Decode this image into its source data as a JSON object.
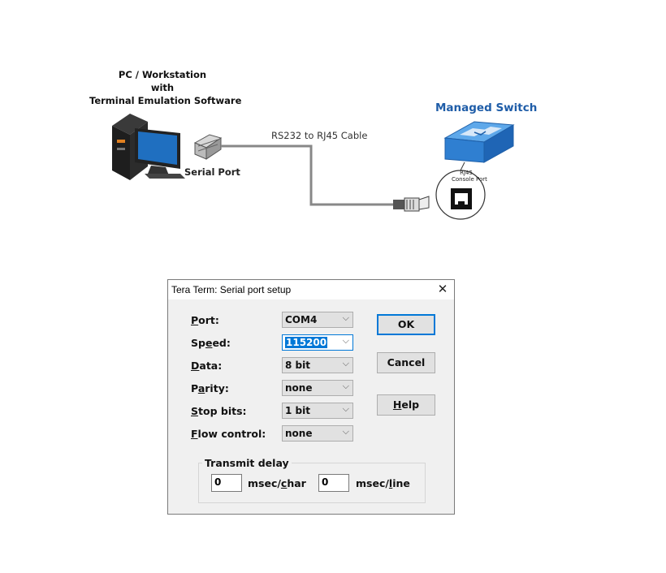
{
  "diagram": {
    "pc_title_line1": "PC / Workstation",
    "pc_title_line2": "with",
    "pc_title_line3": "Terminal Emulation Software",
    "serial_port_label": "Serial Port",
    "cable_label": "RS232 to RJ45 Cable",
    "switch_label": "Managed Switch",
    "rj45_label_line1": "RJ45",
    "rj45_label_line2": "Console Port",
    "colors": {
      "switch_blue": "#2f7fd1",
      "switch_label": "#1f5da8"
    }
  },
  "dialog": {
    "title": "Tera Term: Serial port setup",
    "close_icon": "close-icon",
    "fields": {
      "port": {
        "label_pre": "",
        "label_u": "P",
        "label_post": "ort:",
        "value": "COM4"
      },
      "speed": {
        "label_pre": "Sp",
        "label_u": "e",
        "label_post": "ed:",
        "value": "115200"
      },
      "data": {
        "label_pre": "",
        "label_u": "D",
        "label_post": "ata:",
        "value": "8 bit"
      },
      "parity": {
        "label_pre": "P",
        "label_u": "a",
        "label_post": "rity:",
        "value": "none"
      },
      "stop_bits": {
        "label_pre": "",
        "label_u": "S",
        "label_post": "top bits:",
        "value": "1 bit"
      },
      "flow_control": {
        "label_pre": "",
        "label_u": "F",
        "label_post": "low control:",
        "value": "none"
      }
    },
    "buttons": {
      "ok": "OK",
      "cancel": "Cancel",
      "help_u": "H",
      "help_rest": "elp"
    },
    "transmit_delay": {
      "title": "Transmit delay",
      "char_value": "0",
      "char_unit_pre": "msec/",
      "char_unit_u": "c",
      "char_unit_post": "har",
      "line_value": "0",
      "line_unit_pre": "msec/",
      "line_unit_u": "l",
      "line_unit_post": "ine"
    },
    "colors": {
      "focus_blue": "#0078d7",
      "dialog_bg": "#f0f0f0"
    }
  }
}
